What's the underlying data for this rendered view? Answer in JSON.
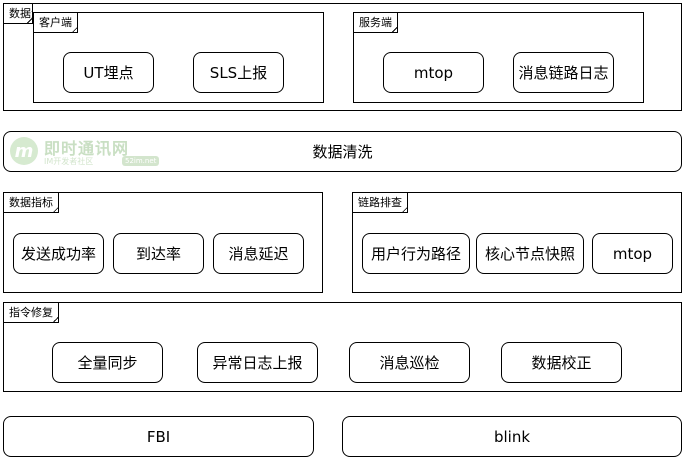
{
  "sections": {
    "data_source": {
      "label": "数据源"
    },
    "client": {
      "label": "客户端",
      "items": [
        "UT埋点",
        "SLS上报"
      ]
    },
    "server": {
      "label": "服务端",
      "items": [
        "mtop",
        "消息链路日志"
      ]
    },
    "data_cleaning": {
      "label": "数据清洗"
    },
    "data_metrics": {
      "label": "数据指标",
      "items": [
        "发送成功率",
        "到达率",
        "消息延迟"
      ]
    },
    "trace_check": {
      "label": "链路排查",
      "items": [
        "用户行为路径",
        "核心节点快照",
        "mtop"
      ]
    },
    "command_repair": {
      "label": "指令修复",
      "items": [
        "全量同步",
        "异常日志上报",
        "消息巡检",
        "数据校正"
      ]
    },
    "platforms": [
      "FBI",
      "blink"
    ]
  },
  "watermark": {
    "logo_letter": "m",
    "title": "即时通讯网",
    "subtitle": "IM开发者社区",
    "badge": "52im.net"
  }
}
